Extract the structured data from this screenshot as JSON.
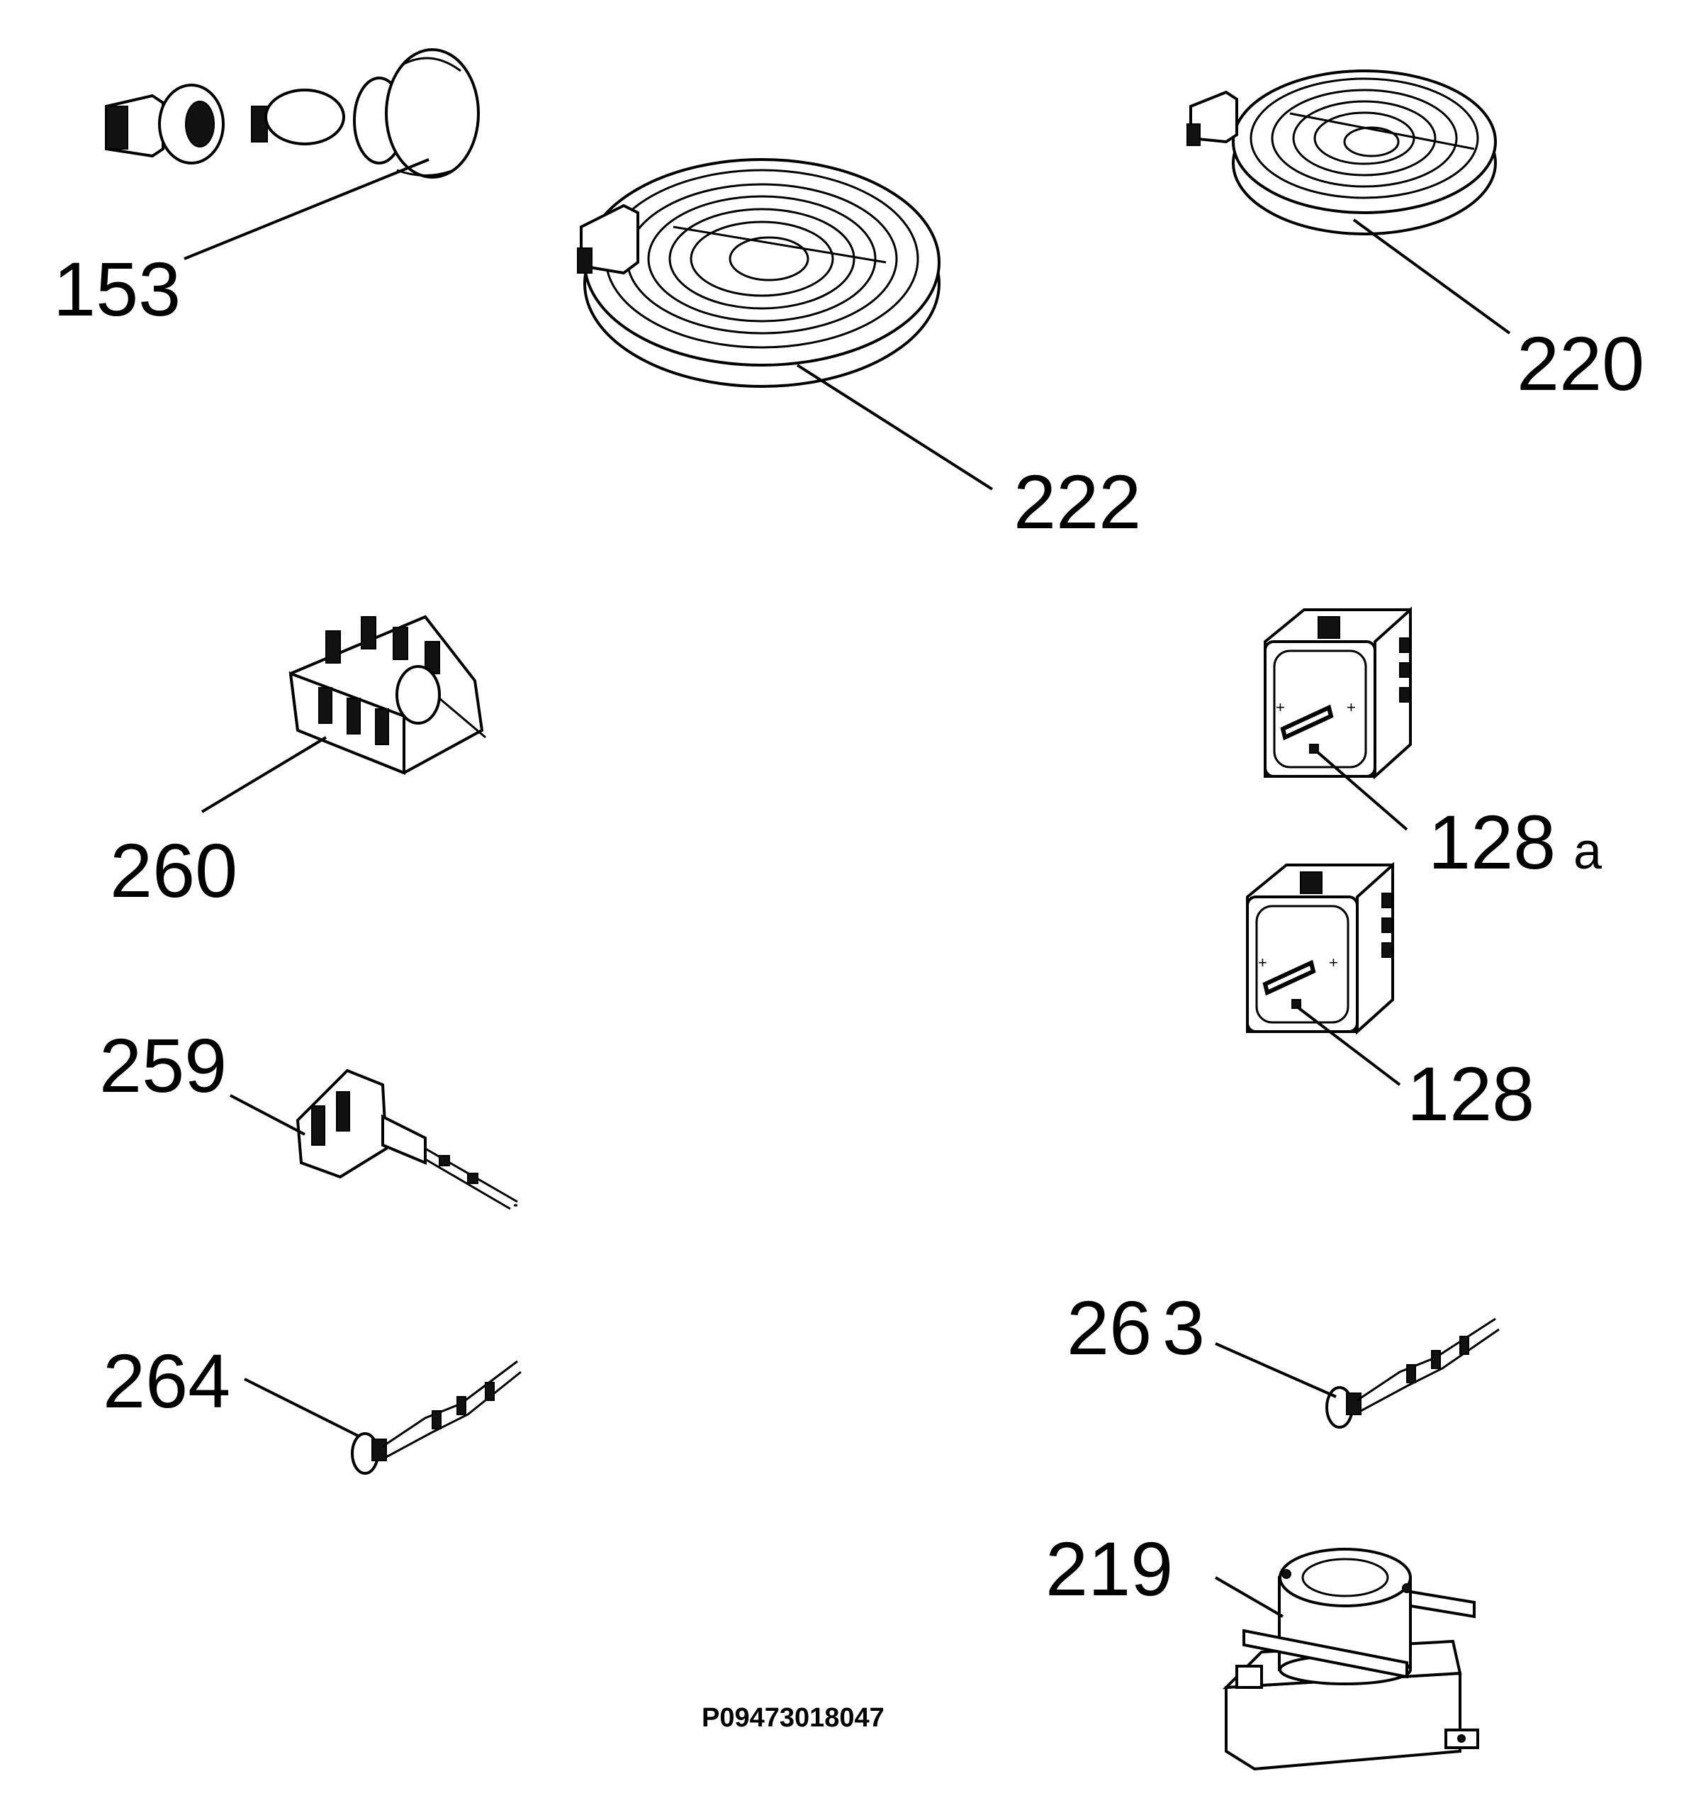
{
  "callouts": {
    "c153": "153",
    "c222": "222",
    "c220": "220",
    "c260": "260",
    "c128a_num": "128",
    "c128a_suffix": "a",
    "c128": "128",
    "c259": "259",
    "c264": "264",
    "c263_a": "26",
    "c263_b": "3",
    "c219": "219"
  },
  "reference": "P09473018047",
  "colors": {
    "ink": "#000000",
    "background": "#ffffff"
  }
}
